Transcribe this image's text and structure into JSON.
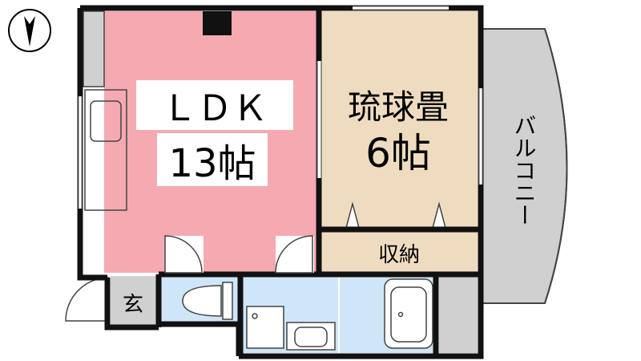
{
  "rooms": {
    "ldk": {
      "name": "ＬＤＫ",
      "size": "13帖"
    },
    "ryukyu": {
      "name": "琉球畳",
      "size": "6帖"
    },
    "storage": {
      "name": "収納"
    },
    "entrance": {
      "name": "玄"
    },
    "balcony": {
      "name": "バルコニー"
    }
  },
  "colors": {
    "ldk": "#f4aab0",
    "tatami": "#efdcc0",
    "wet": "#cfe6f8",
    "balcony": "#d0d0d0",
    "wall": "#111111"
  },
  "icons": {
    "compass": "north-arrow-icon"
  }
}
